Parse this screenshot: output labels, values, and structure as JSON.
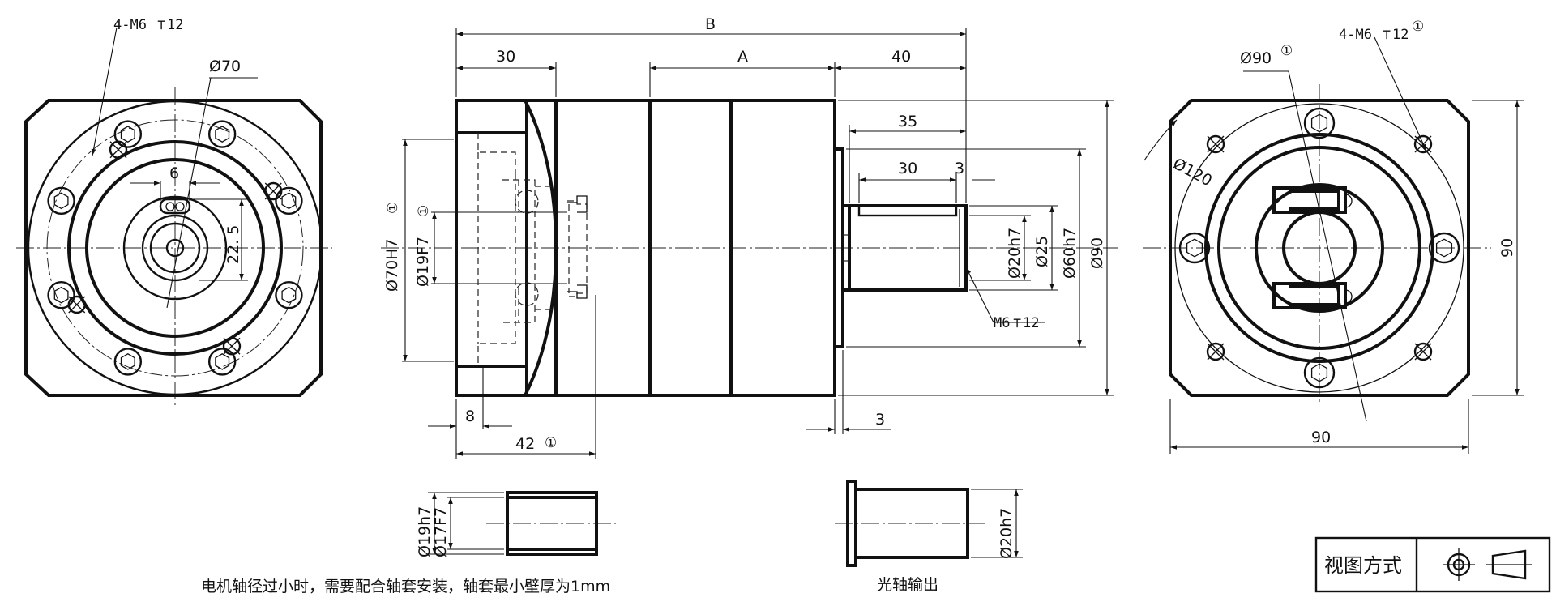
{
  "front_view": {
    "tapped_holes_label": "4-M6",
    "tapped_holes_depth": "12",
    "bolt_circle_label": "Ø70",
    "key_width_label": "6",
    "key_height_label": "22. 5"
  },
  "side_view": {
    "overall_length_label": "B",
    "body_length_label": "A",
    "flange_length_label": "30",
    "shaft_length_label": "40",
    "shaft_35_label": "35",
    "key_length_label": "30",
    "key_offset_label": "3",
    "pilot_label": "Ø70H7",
    "input_bore_label": "Ø19F7",
    "shaft_dia_label": "Ø20h7",
    "shoulder_dia_label": "Ø25",
    "spigot_dia_label": "Ø60h7",
    "flange_dia_label": "Ø90",
    "thread_label": "M6",
    "thread_depth": "12",
    "lip_label": "8",
    "input_depth_label": "42",
    "spigot_len_label": "3",
    "note_marker": "①"
  },
  "rear_view": {
    "tapped_holes_label": "4-M6",
    "tapped_holes_depth": "12",
    "pcd_label": "Ø90",
    "pcd2_label": "Ø120",
    "width_label": "90",
    "height_label": "90"
  },
  "sleeve": {
    "outer_label": "Ø19h7",
    "inner_label": "Ø17F7",
    "note": "电机轴径过小时，需要配合轴套安装，轴套最小壁厚为1mm"
  },
  "output_shaft": {
    "dia_label": "Ø20h7",
    "caption": "光轴输出"
  },
  "projection_box": {
    "label": "视图方式"
  }
}
